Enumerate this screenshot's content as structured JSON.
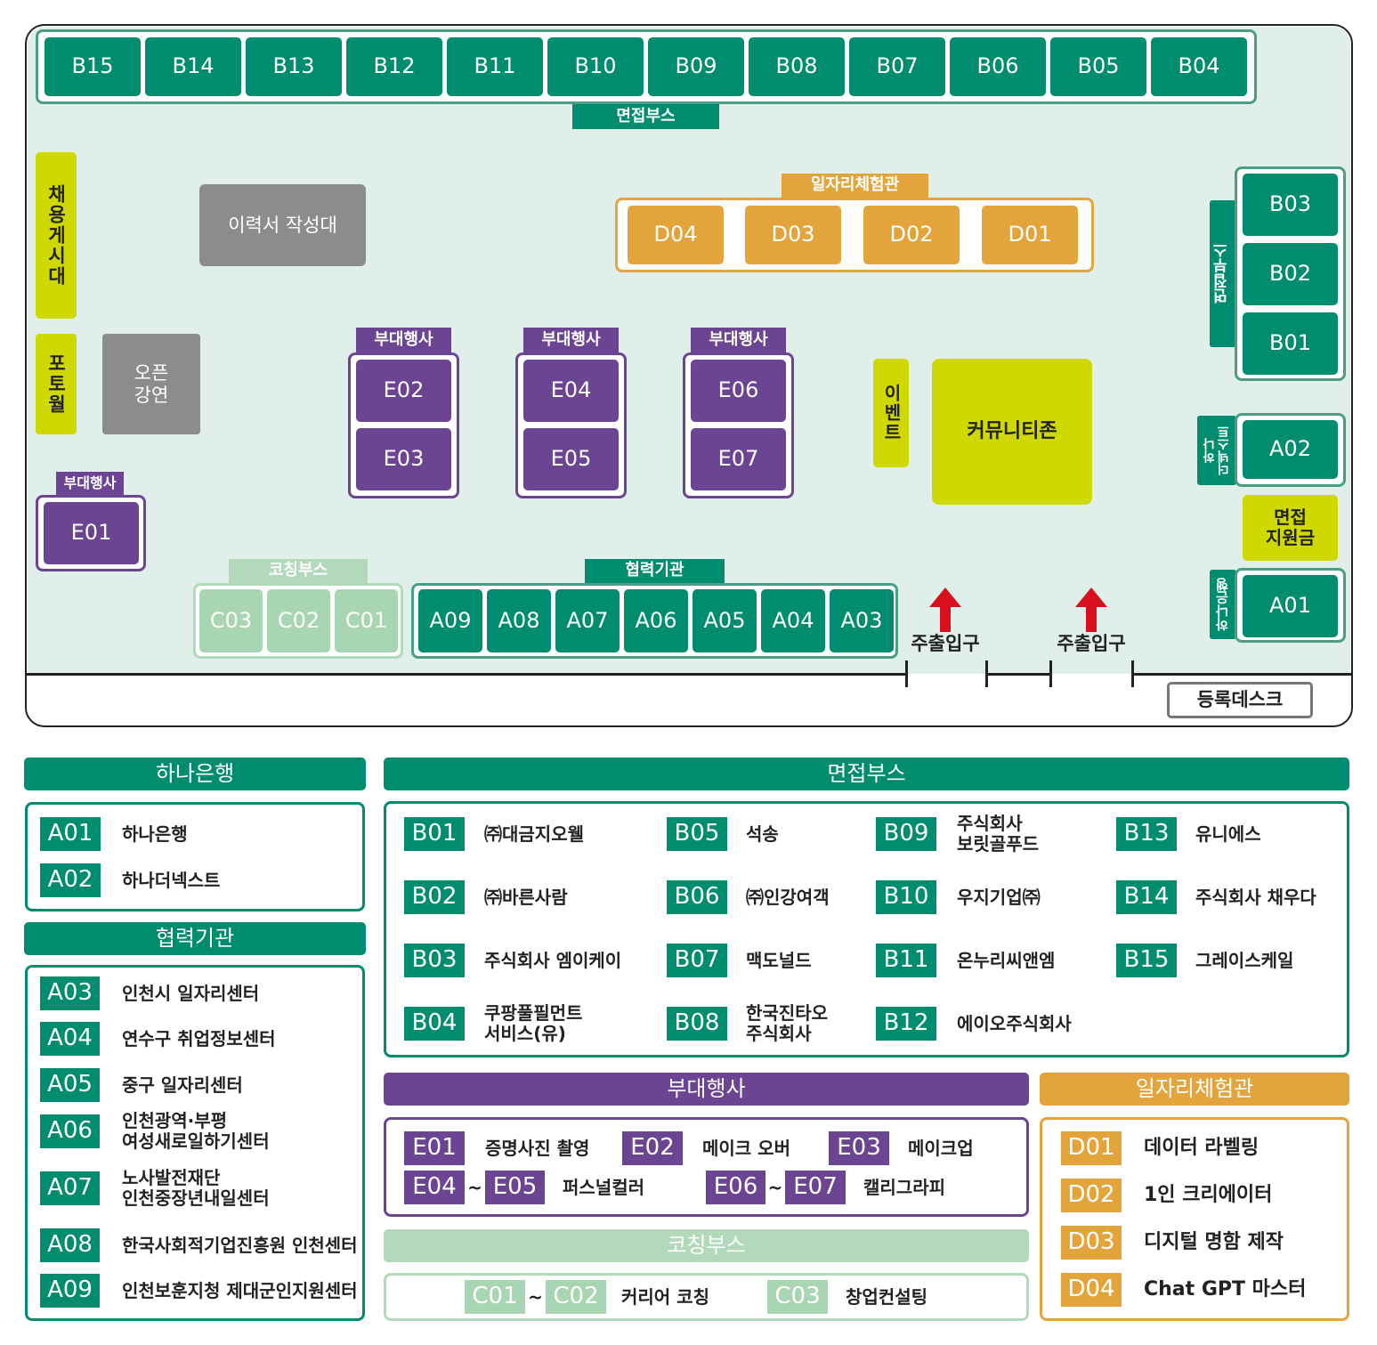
{
  "map": {
    "top_booths": [
      "B15",
      "B14",
      "B13",
      "B12",
      "B11",
      "B10",
      "B09",
      "B08",
      "B07",
      "B06",
      "B05",
      "B04"
    ],
    "top_booth_label": "면접부스",
    "job_board": "채용게시대",
    "photo_wall": "포토월",
    "resume_desk": "이력서 작성대",
    "open_lecture": "오픈\n강연",
    "experience_label": "일자리체험관",
    "experience_booths": [
      "D04",
      "D03",
      "D02",
      "D01"
    ],
    "side_event_label": "부대행사",
    "side_event_groups": [
      [
        "E02",
        "E03"
      ],
      [
        "E04",
        "E05"
      ],
      [
        "E06",
        "E07"
      ]
    ],
    "e01": "E01",
    "event": "이벤트",
    "community": "커뮤니티존",
    "right_booth_label": "면접부스",
    "right_booths": [
      "B03",
      "B02",
      "B01"
    ],
    "hana_next_label": "하나\n더넥스트",
    "a02": "A02",
    "interview_support": "면접\n지원금",
    "hana_bank_label": "하나은행",
    "a01": "A01",
    "coaching_label": "코칭부스",
    "coaching_booths": [
      "C03",
      "C02",
      "C01"
    ],
    "partner_label": "협력기관",
    "partner_booths": [
      "A09",
      "A08",
      "A07",
      "A06",
      "A05",
      "A04",
      "A03"
    ],
    "entrance": "주출입구",
    "registration": "등록데스크"
  },
  "legend": {
    "hana_bank": {
      "title": "하나은행",
      "items": [
        {
          "code": "A01",
          "name": "하나은행"
        },
        {
          "code": "A02",
          "name": "하나더넥스트"
        }
      ]
    },
    "partners": {
      "title": "협력기관",
      "items": [
        {
          "code": "A03",
          "name": "인천시 일자리센터"
        },
        {
          "code": "A04",
          "name": "연수구 취업정보센터"
        },
        {
          "code": "A05",
          "name": "중구 일자리센터"
        },
        {
          "code": "A06",
          "name": "인천광역·부평\n여성새로일하기센터"
        },
        {
          "code": "A07",
          "name": "노사발전재단\n인천중장년내일센터"
        },
        {
          "code": "A08",
          "name": "한국사회적기업진흥원 인천센터"
        },
        {
          "code": "A09",
          "name": "인천보훈지청 제대군인지원센터"
        }
      ]
    },
    "interview": {
      "title": "면접부스",
      "items": [
        {
          "code": "B01",
          "name": "㈜대금지오웰"
        },
        {
          "code": "B02",
          "name": "㈜바른사람"
        },
        {
          "code": "B03",
          "name": "주식회사 엠이케이"
        },
        {
          "code": "B04",
          "name": "쿠팡풀필먼트\n서비스(유)"
        },
        {
          "code": "B05",
          "name": "석송"
        },
        {
          "code": "B06",
          "name": "㈜인강여객"
        },
        {
          "code": "B07",
          "name": "맥도널드"
        },
        {
          "code": "B08",
          "name": "한국진타오\n주식회사"
        },
        {
          "code": "B09",
          "name": "주식회사\n보릿골푸드"
        },
        {
          "code": "B10",
          "name": "우지기업㈜"
        },
        {
          "code": "B11",
          "name": "온누리씨앤엠"
        },
        {
          "code": "B12",
          "name": "에이오주식회사"
        },
        {
          "code": "B13",
          "name": "유니에스"
        },
        {
          "code": "B14",
          "name": "주식회사 채우다"
        },
        {
          "code": "B15",
          "name": "그레이스케일"
        }
      ]
    },
    "side_events": {
      "title": "부대행사",
      "tilde": "~",
      "items": [
        {
          "code": "E01",
          "name": "증명사진 촬영"
        },
        {
          "code": "E02",
          "name": "메이크 오버"
        },
        {
          "code": "E03",
          "name": "메이크업"
        },
        {
          "code": "E04",
          "code2": "E05",
          "name": "퍼스널컬러"
        },
        {
          "code": "E06",
          "code2": "E07",
          "name": "캘리그라피"
        }
      ]
    },
    "coaching": {
      "title": "코칭부스",
      "tilde": "~",
      "items": [
        {
          "code": "C01",
          "code2": "C02",
          "name": "커리어 코칭"
        },
        {
          "code": "C03",
          "name": "창업컨설팅"
        }
      ]
    },
    "experience": {
      "title": "일자리체험관",
      "items": [
        {
          "code": "D01",
          "name": "데이터 라벨링"
        },
        {
          "code": "D02",
          "name": "1인 크리에이터"
        },
        {
          "code": "D03",
          "name": "디지털 명함 제작"
        },
        {
          "code": "D04",
          "name": "Chat GPT 마스터"
        }
      ]
    }
  },
  "colors": {
    "green": "#008c6e",
    "orange": "#e4a43c",
    "purple": "#6b4592",
    "lime": "#cfd900",
    "gray": "#8c8c8c",
    "light_green": "#a9d6b2",
    "arrow": "#d8101d",
    "map_bg": "#e0efe9"
  }
}
